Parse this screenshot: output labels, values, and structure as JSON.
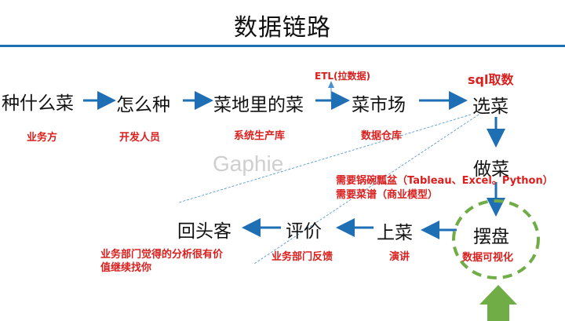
{
  "title": "数据链路",
  "watermark": "Gaphie",
  "nodes": {
    "zhong_shenme_cai": "种什么菜",
    "zenme_zhong": "怎么种",
    "caidi_de_cai": "菜地里的菜",
    "cai_shichang": "菜市场",
    "xuan_cai": "选菜",
    "zuo_cai": "做菜",
    "bai_pan": "摆盘",
    "shang_cai": "上菜",
    "pingjia": "评价",
    "huitouke": "回头客"
  },
  "labels": {
    "yewufang": "业务方",
    "kaifa_renyuan": "开发人员",
    "xitong_shengchanku": "系统生产库",
    "shuju_cangku": "数据仓库",
    "etl": "ETL(拉数据)",
    "sql": "sql取数",
    "need_tools": "需要锅碗瓢盆（Tableau、Excel。Python）",
    "need_recipe": "需要菜谱（商业模型）",
    "keshihua": "数据可视化",
    "yanjiang": "演讲",
    "fankui": "业务部门反馈",
    "fenxi_line1": "业务部门觉得的分析很有价",
    "fenxi_line2": "值继续找你"
  },
  "colors": {
    "arrow": "#1f6fb5",
    "accent_red": "#d9201e",
    "highlight_green": "#70ad47"
  }
}
